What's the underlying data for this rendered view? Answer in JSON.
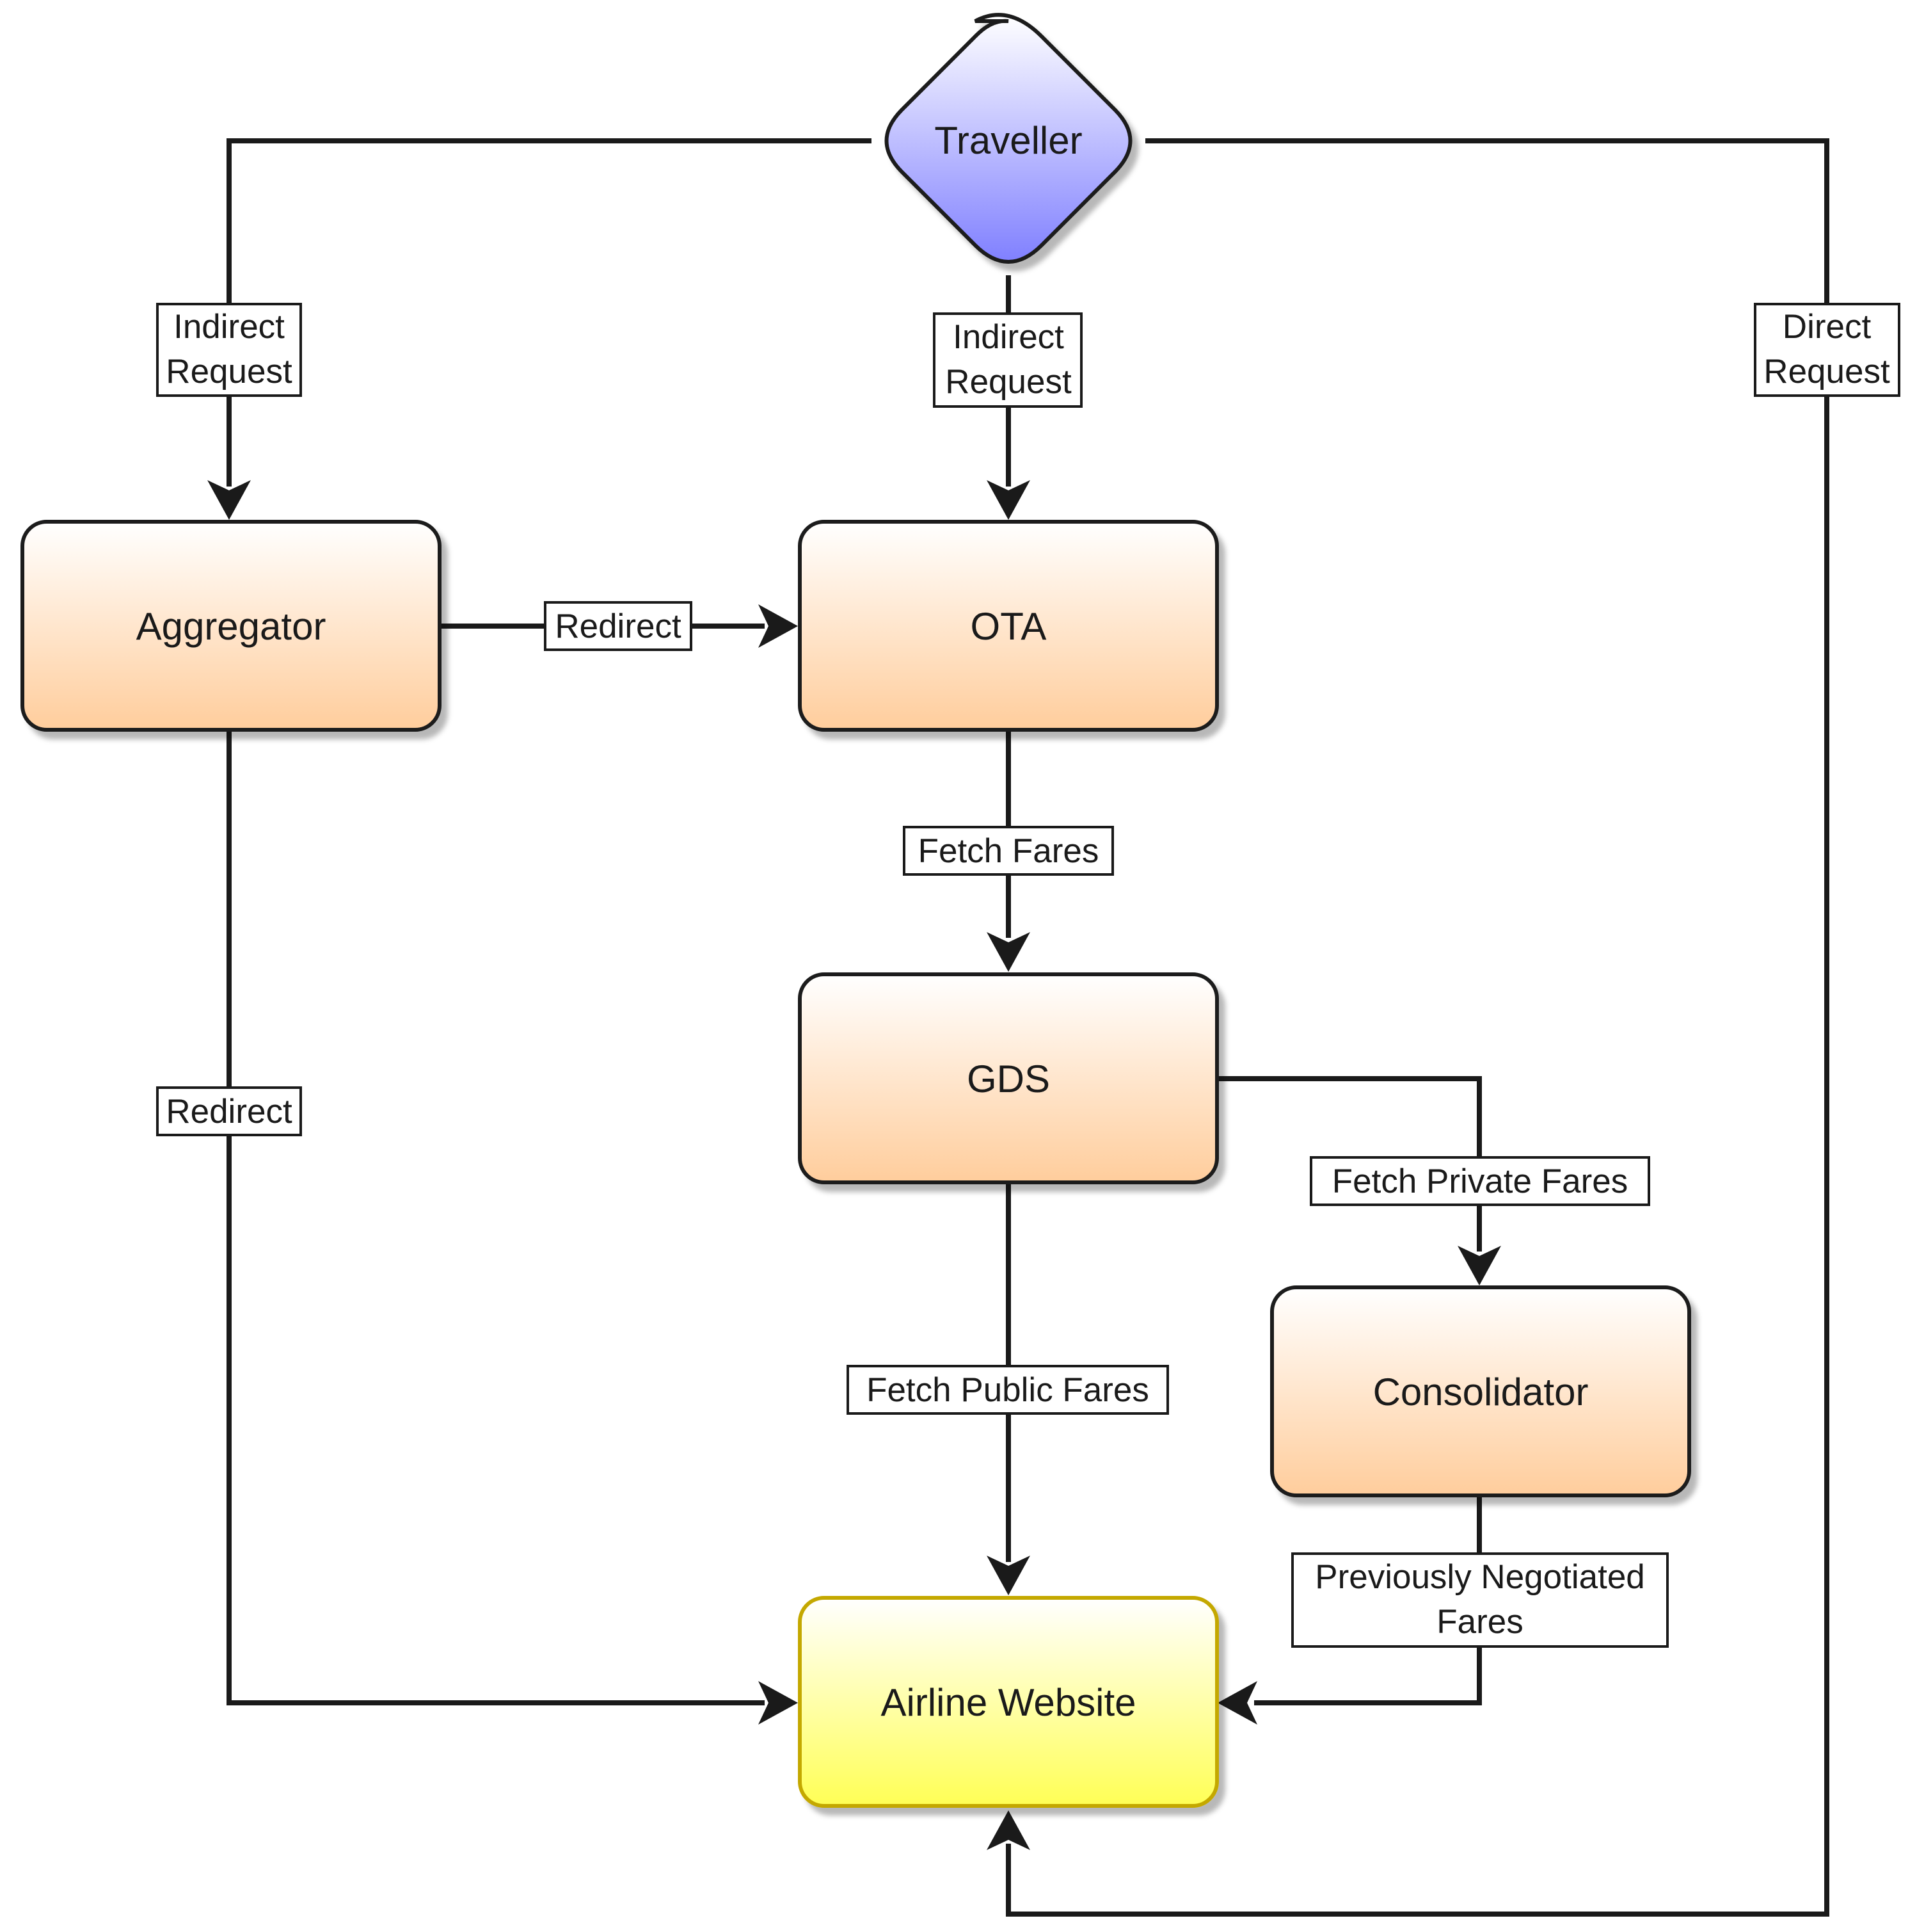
{
  "nodes": {
    "traveller": {
      "label": "Traveller"
    },
    "aggregator": {
      "label": "Aggregator"
    },
    "ota": {
      "label": "OTA"
    },
    "gds": {
      "label": "GDS"
    },
    "consolidator": {
      "label": "Consolidator"
    },
    "airline": {
      "label": "Airline Website"
    }
  },
  "edges": {
    "traveller_aggregator": {
      "label_line1": "Indirect",
      "label_line2": "Request"
    },
    "traveller_ota": {
      "label_line1": "Indirect",
      "label_line2": "Request"
    },
    "traveller_airline": {
      "label_line1": "Direct",
      "label_line2": "Request"
    },
    "aggregator_ota": {
      "label": "Redirect"
    },
    "aggregator_airline": {
      "label": "Redirect"
    },
    "ota_gds": {
      "label": "Fetch Fares"
    },
    "gds_consolidator": {
      "label": "Fetch Private Fares"
    },
    "gds_airline": {
      "label": "Fetch Public Fares"
    },
    "consolidator_airline": {
      "label_line1": "Previously Negotiated",
      "label_line2": "Fares"
    }
  },
  "colors": {
    "process_top": "#ffffff",
    "process_bottom": "#ffcd9c",
    "decision_top": "#ffffff",
    "decision_bottom": "#8080ff",
    "airline_top": "#ffffff",
    "airline_bottom": "#ffff55",
    "stroke": "#1a1a1a",
    "airline_stroke": "#c4a800"
  }
}
